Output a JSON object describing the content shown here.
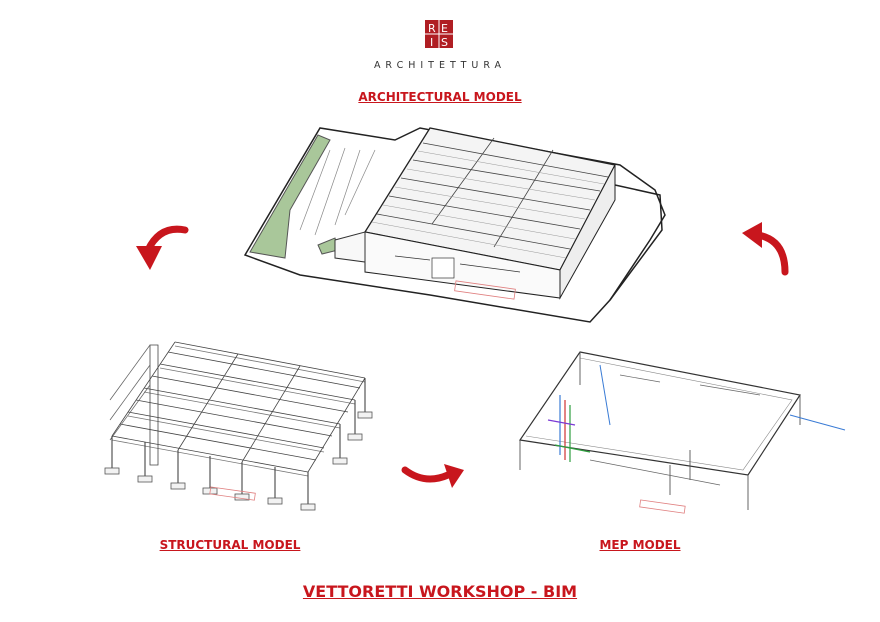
{
  "logo": {
    "letters_top": "RE",
    "letters_bottom": "IS",
    "subtitle": "ARCHITETTURA",
    "color": "#b01e23"
  },
  "labels": {
    "architectural": "ARCHITECTURAL MODEL",
    "structural": "STRUCTURAL MODEL",
    "mep": "MEP MODEL",
    "title": "VETTORETTI WORKSHOP - BIM"
  },
  "colors": {
    "accent": "#c8161d",
    "arrow": "#c8161d",
    "green_roof": "#a9c79a",
    "line": "#333333",
    "pipe_blue": "#3a7bd5",
    "pipe_green": "#2e9e3e",
    "pipe_red": "#d03030"
  },
  "icons": [
    "curved-arrow-left-icon",
    "curved-arrow-right-up-icon",
    "curved-arrow-bottom-icon"
  ]
}
